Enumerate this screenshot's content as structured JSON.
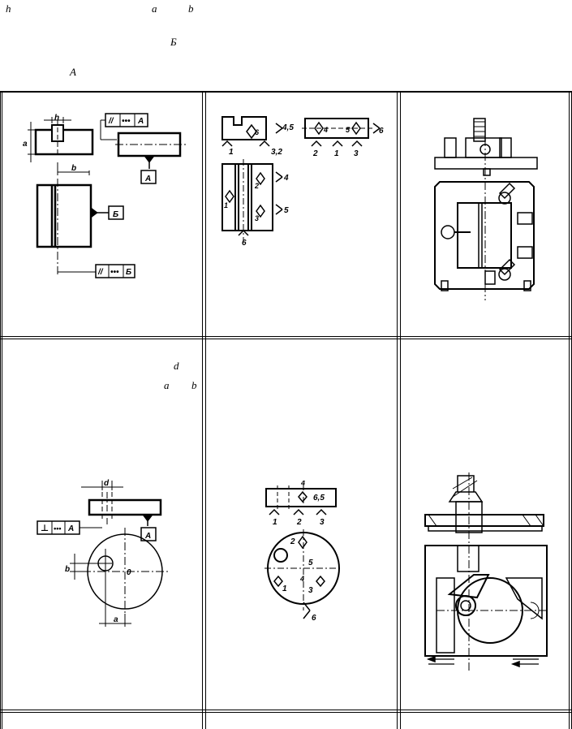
{
  "intro": {
    "frag_h": "h",
    "frag_a": "a",
    "frag_b": "b",
    "frag_B": "Б",
    "frag_A": "А"
  },
  "row1": {
    "drawing": {
      "dim_h": "h",
      "dim_a": "a",
      "dim_b": "b",
      "tol_top": [
        "//",
        "•••",
        "А"
      ],
      "datum_A": "А",
      "datum_B": "Б",
      "tol_bottom": [
        "//",
        "•••",
        "Б"
      ]
    },
    "scheme": {
      "label_45": "4,5",
      "label_6a": "6",
      "label_1": "1",
      "label_32": "3,2",
      "right_4": "4",
      "right_5": "5",
      "right_6": "6",
      "right_2": "2",
      "right_1": "1",
      "right_3": "3",
      "left_2": "2",
      "left_4": "4",
      "left_1": "1",
      "left_3": "3",
      "left_5": "5",
      "left_6": "6"
    }
  },
  "row2": {
    "text_frags": {
      "d": "d",
      "a": "a",
      "b": "b"
    },
    "drawing": {
      "dim_d": "d",
      "tol_left": [
        "⊥",
        "•••",
        "А"
      ],
      "datum_A": "А",
      "dim_b": "b",
      "dim_a": "a",
      "label_0": "0"
    },
    "scheme": {
      "label_4": "4",
      "label_65": "6,5",
      "label_1": "1",
      "label_2": "2",
      "label_3": "3",
      "c_2": "2",
      "c_5": "5",
      "c_4": "4",
      "c_1": "1",
      "c_3": "3",
      "c_6": "6"
    }
  }
}
